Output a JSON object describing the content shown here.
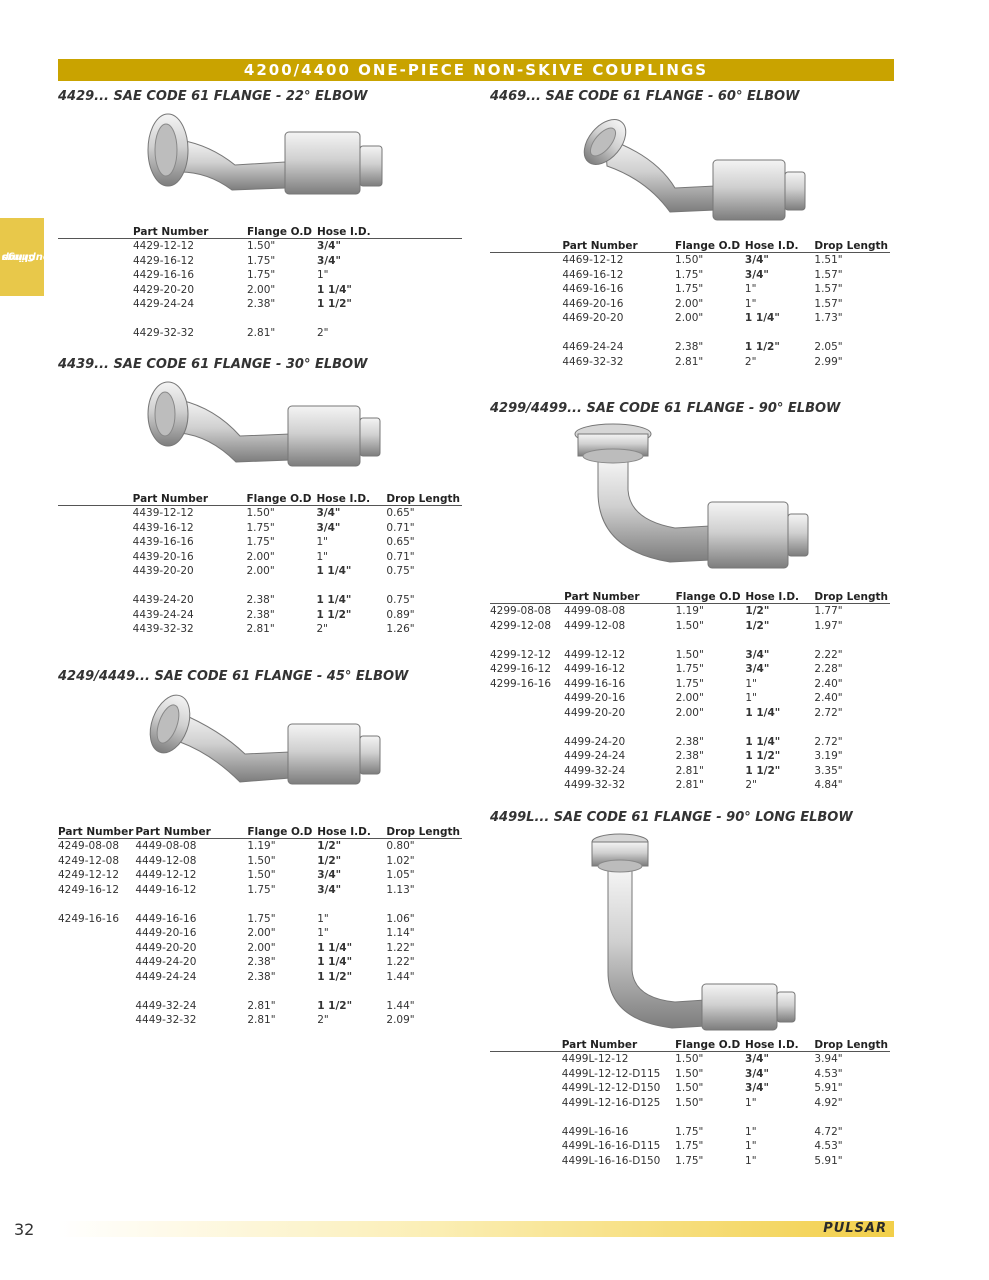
{
  "banner": "4200/4400 ONE-PIECE NON-SKIVE COUPLINGS",
  "side_tab": {
    "line1": "Crimp",
    "line2": "Couplings"
  },
  "page_number": "32",
  "brand": "PULSAR",
  "s4429": {
    "title": "4429... SAE CODE 61 FLANGE - 22° ELBOW",
    "headers": [
      "Part Number",
      "Flange O.D",
      "Hose I.D."
    ],
    "rows": [
      [
        "4429-12-12",
        "1.50\"",
        "3/4\""
      ],
      [
        "4429-16-12",
        "1.75\"",
        "3/4\""
      ],
      [
        "4429-16-16",
        "1.75\"",
        "1\""
      ],
      [
        "4429-20-20",
        "2.00\"",
        "1 1/4\""
      ],
      [
        "4429-24-24",
        "2.38\"",
        "1 1/2\""
      ],
      [
        "4429-32-32",
        "2.81\"",
        "2\""
      ]
    ]
  },
  "s4439": {
    "title": "4439... SAE CODE 61 FLANGE - 30° ELBOW",
    "headers": [
      "Part Number",
      "Flange O.D",
      "Hose I.D.",
      "Drop Length"
    ],
    "rows": [
      [
        "4439-12-12",
        "1.50\"",
        "3/4\"",
        "0.65\""
      ],
      [
        "4439-16-12",
        "1.75\"",
        "3/4\"",
        "0.71\""
      ],
      [
        "4439-16-16",
        "1.75\"",
        "1\"",
        "0.65\""
      ],
      [
        "4439-20-16",
        "2.00\"",
        "1\"",
        "0.71\""
      ],
      [
        "4439-20-20",
        "2.00\"",
        "1 1/4\"",
        "0.75\""
      ],
      [
        "4439-24-20",
        "2.38\"",
        "1 1/4\"",
        "0.75\""
      ],
      [
        "4439-24-24",
        "2.38\"",
        "1 1/2\"",
        "0.89\""
      ],
      [
        "4439-32-32",
        "2.81\"",
        "2\"",
        "1.26\""
      ]
    ]
  },
  "s4449": {
    "title": "4249/4449... SAE CODE 61 FLANGE - 45° ELBOW",
    "headers": [
      "Part Number",
      "Part Number",
      "Flange O.D",
      "Hose I.D.",
      "Drop Length"
    ],
    "rows": [
      [
        "4249-08-08",
        "4449-08-08",
        "1.19\"",
        "1/2\"",
        "0.80\""
      ],
      [
        "4249-12-08",
        "4449-12-08",
        "1.50\"",
        "1/2\"",
        "1.02\""
      ],
      [
        "4249-12-12",
        "4449-12-12",
        "1.50\"",
        "3/4\"",
        "1.05\""
      ],
      [
        "4249-16-12",
        "4449-16-12",
        "1.75\"",
        "3/4\"",
        "1.13\""
      ],
      [
        "4249-16-16",
        "4449-16-16",
        "1.75\"",
        "1\"",
        "1.06\""
      ],
      [
        "",
        "4449-20-16",
        "2.00\"",
        "1\"",
        "1.14\""
      ],
      [
        "",
        "4449-20-20",
        "2.00\"",
        "1 1/4\"",
        "1.22\""
      ],
      [
        "",
        "4449-24-20",
        "2.38\"",
        "1 1/4\"",
        "1.22\""
      ],
      [
        "",
        "4449-24-24",
        "2.38\"",
        "1 1/2\"",
        "1.44\""
      ],
      [
        "",
        "4449-32-24",
        "2.81\"",
        "1 1/2\"",
        "1.44\""
      ],
      [
        "",
        "4449-32-32",
        "2.81\"",
        "2\"",
        "2.09\""
      ]
    ]
  },
  "s4469": {
    "title": "4469... SAE CODE 61 FLANGE - 60° ELBOW",
    "headers": [
      "Part Number",
      "Flange O.D",
      "Hose I.D.",
      "Drop Length"
    ],
    "rows": [
      [
        "4469-12-12",
        "1.50\"",
        "3/4\"",
        "1.51\""
      ],
      [
        "4469-16-12",
        "1.75\"",
        "3/4\"",
        "1.57\""
      ],
      [
        "4469-16-16",
        "1.75\"",
        "1\"",
        "1.57\""
      ],
      [
        "4469-20-16",
        "2.00\"",
        "1\"",
        "1.57\""
      ],
      [
        "4469-20-20",
        "2.00\"",
        "1 1/4\"",
        "1.73\""
      ],
      [
        "4469-24-24",
        "2.38\"",
        "1 1/2\"",
        "2.05\""
      ],
      [
        "4469-32-32",
        "2.81\"",
        "2\"",
        "2.99\""
      ]
    ]
  },
  "s4499": {
    "title": "4299/4499... SAE CODE 61 FLANGE - 90° ELBOW",
    "headers": [
      "",
      "Part Number",
      "Flange O.D",
      "Hose I.D.",
      "Drop Length"
    ],
    "rows": [
      [
        "4299-08-08",
        "4499-08-08",
        "1.19\"",
        "1/2\"",
        "1.77\""
      ],
      [
        "4299-12-08",
        "4499-12-08",
        "1.50\"",
        "1/2\"",
        "1.97\""
      ],
      [
        "4299-12-12",
        "4499-12-12",
        "1.50\"",
        "3/4\"",
        "2.22\""
      ],
      [
        "4299-16-12",
        "4499-16-12",
        "1.75\"",
        "3/4\"",
        "2.28\""
      ],
      [
        "4299-16-16",
        "4499-16-16",
        "1.75\"",
        "1\"",
        "2.40\""
      ],
      [
        "",
        "4499-20-16",
        "2.00\"",
        "1\"",
        "2.40\""
      ],
      [
        "",
        "4499-20-20",
        "2.00\"",
        "1 1/4\"",
        "2.72\""
      ],
      [
        "",
        "4499-24-20",
        "2.38\"",
        "1 1/4\"",
        "2.72\""
      ],
      [
        "",
        "4499-24-24",
        "2.38\"",
        "1 1/2\"",
        "3.19\""
      ],
      [
        "",
        "4499-32-24",
        "2.81\"",
        "1 1/2\"",
        "3.35\""
      ],
      [
        "",
        "4499-32-32",
        "2.81\"",
        "2\"",
        "4.84\""
      ]
    ]
  },
  "s4499L": {
    "title": "4499L... SAE CODE 61 FLANGE - 90° LONG ELBOW",
    "headers": [
      "Part Number",
      "Flange O.D",
      "Hose I.D.",
      "Drop Length"
    ],
    "rows": [
      [
        "4499L-12-12",
        "1.50\"",
        "3/4\"",
        "3.94\""
      ],
      [
        "4499L-12-12-D115",
        "1.50\"",
        "3/4\"",
        "4.53\""
      ],
      [
        "4499L-12-12-D150",
        "1.50\"",
        "3/4\"",
        "5.91\""
      ],
      [
        "4499L-12-16-D125",
        "1.50\"",
        "1\"",
        "4.92\""
      ],
      [
        "4499L-16-16",
        "1.75\"",
        "1\"",
        "4.72\""
      ],
      [
        "4499L-16-16-D115",
        "1.75\"",
        "1\"",
        "4.53\""
      ],
      [
        "4499L-16-16-D150",
        "1.75\"",
        "1\"",
        "5.91\""
      ]
    ]
  },
  "colors": {
    "banner": "#c9a300",
    "side_tab": "#e8c84a"
  }
}
